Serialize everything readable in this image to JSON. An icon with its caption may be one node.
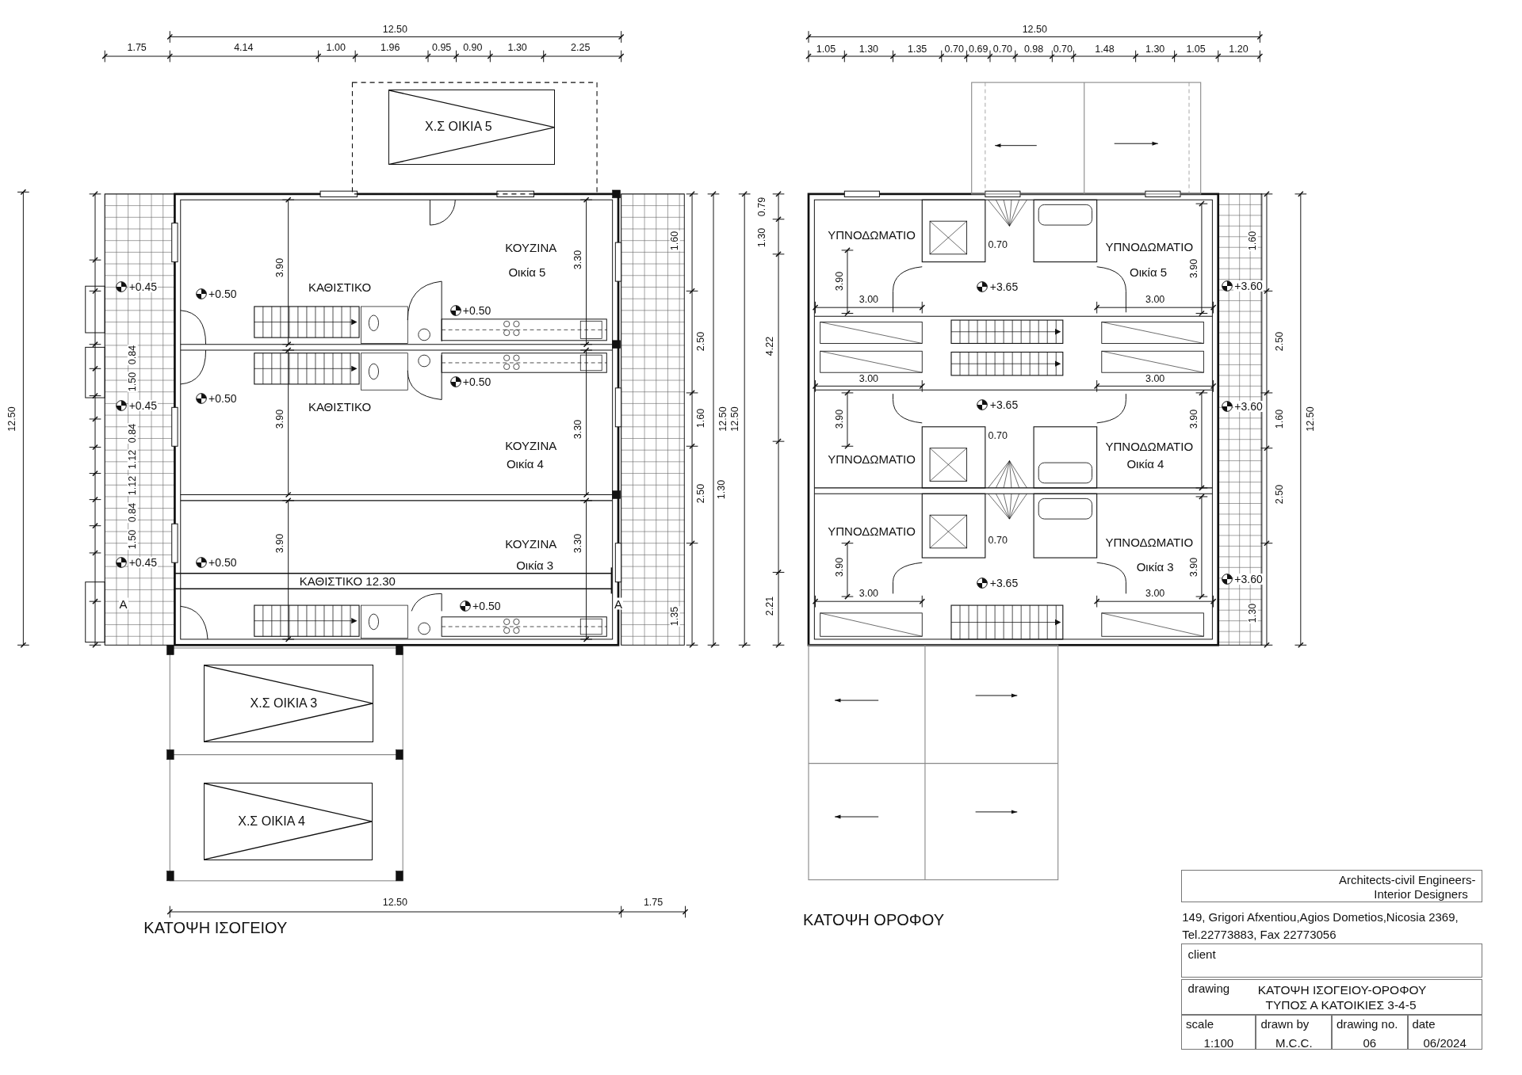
{
  "diagram": {
    "nodes": [
      {
        "text": [
          "Χ.Σ ΟΙΚΙΑ 5"
        ]
      },
      {
        "text": [
          "Χ.Σ ΟΙΚΙΑ 3"
        ]
      },
      {
        "text": [
          "Χ.Σ ΟΙΚΙΑ 4"
        ]
      },
      {
        "text": [
          "Architects-civil Engineers-",
          "Interior Designers"
        ]
      },
      {
        "text": [
          "client"
        ]
      },
      {
        "text": [
          "drawing",
          "ΚΑΤΟΨΗ ΙΣΟΓΕΙΟΥ-ΟΡΟΦΟΥ",
          "ΤΥΠΟΣ Α ΚΑΤΟΙΚΙΕΣ 3-4-5"
        ]
      },
      {
        "text": [
          "scale",
          "1:100"
        ]
      },
      {
        "text": [
          "drawn by",
          "M.C.C."
        ]
      },
      {
        "text": [
          "drawing no.",
          "06"
        ]
      },
      {
        "text": [
          "date",
          "06/2024"
        ]
      }
    ],
    "labels": [
      "12.50",
      "1.75",
      "4.14",
      "1.00",
      "1.96",
      "0.95",
      "0.90",
      "1.30",
      "2.25",
      "12.50",
      "1.05",
      "1.30",
      "1.35",
      "0.70",
      "0.69",
      "0.70",
      "0.98",
      "0.70",
      "1.48",
      "1.30",
      "1.05",
      "1.20",
      "12.50",
      "+0.45",
      "+0.50",
      "ΚΑΘΙΣΤΙΚΟ",
      "3.90",
      "ΚΟΥΖΙΝΑ",
      "Οικία 5",
      "3.30",
      "1.60",
      "+0.50",
      "0.84",
      "1.50",
      "+0.50",
      "+0.45",
      "+0.50",
      "ΚΑΘΙΣΤΙΚΟ",
      "3.90",
      "2.50",
      "0.84",
      "1.12",
      "1.12",
      "ΚΟΥΖΙΝΑ",
      "Οικία 4",
      "3.30",
      "1.60",
      "12.50",
      "12.50",
      "0.84",
      "1.50",
      "2.50",
      "1.30",
      "ΚΟΥΖΙΝΑ",
      "+0.50",
      "3.90",
      "Οικία 3",
      "3.30",
      "+0.45",
      "ΚΑΘΙΣΤΙΚΟ 12.30",
      "A",
      "+0.50",
      "A",
      "1.35",
      "1.30",
      "0.79",
      "ΥΠΝΟΔΩΜΑΤΙΟ",
      "0.70",
      "ΥΠΝΟΔΩΜΑΤΙΟ",
      "Οικία 5",
      "3.90",
      "3.90",
      "+3.65",
      "+3.60",
      "1.60",
      "3.00",
      "3.00",
      "4.22",
      "2.50",
      "3.00",
      "3.00",
      "+3.65",
      "+3.60",
      "3.90",
      "3.90",
      "1.60",
      "12.50",
      "0.70",
      "ΥΠΝΟΔΩΜΑΤΙΟ",
      "ΥΠΝΟΔΩΜΑΤΙΟ",
      "Οικία 4",
      "2.50",
      "ΥΠΝΟΔΩΜΑΤΙΟ",
      "0.70",
      "ΥΠΝΟΔΩΜΑΤΙΟ",
      "Οικία 3",
      "3.90",
      "3.90",
      "+3.65",
      "+3.60",
      "2.21",
      "3.00",
      "3.00",
      "1.30",
      "12.50",
      "1.75",
      "ΚΑΤΟΨΗ ΙΣΟΓΕΙΟΥ",
      "ΚΑΤΟΨΗ ΟΡΟΦΟΥ",
      "149, Grigori Afxentiou,Agios Dometios,Nicosia 2369, Tel.22773883, Fax 22773056"
    ]
  }
}
